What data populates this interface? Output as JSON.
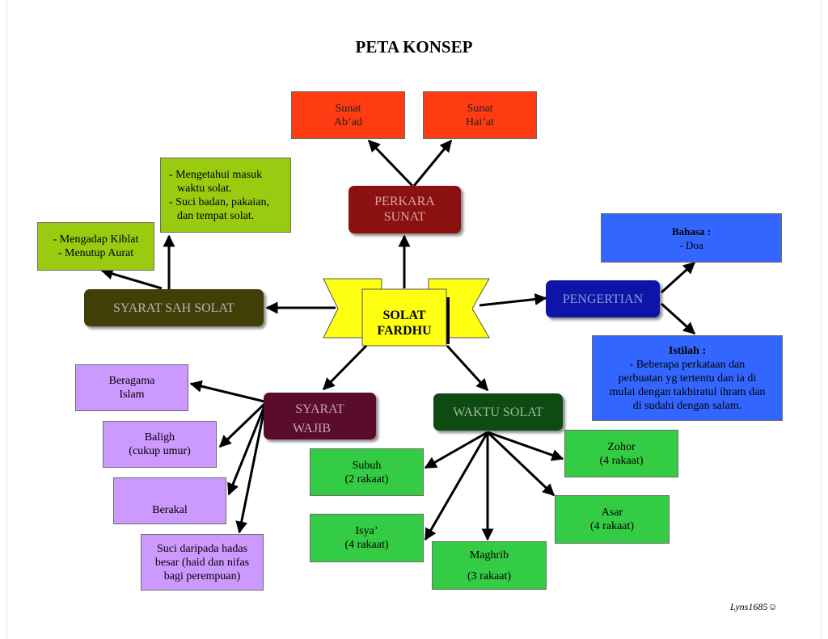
{
  "title": "PETA KONSEP",
  "center": {
    "lines": [
      "SOLAT",
      "FARDHU"
    ]
  },
  "perkara_sunat": {
    "hub": [
      "PERKARA",
      "SUNAT"
    ],
    "abad": [
      "Sunat",
      "Ab’ad"
    ],
    "haiat": [
      "Sunat",
      "Hai’at"
    ]
  },
  "syarat_sah": {
    "hub": "SYARAT SAH SOLAT",
    "mengetahui": [
      "- Mengetahui masuk",
      "waktu solat.",
      "- Suci badan, pakaian,",
      "dan tempat solat."
    ],
    "mengadap": [
      "- Mengadap Kiblat",
      "- Menutup Aurat"
    ]
  },
  "pengertian": {
    "hub": "PENGERTIAN",
    "bahasa": [
      "Bahasa :",
      "- Doa"
    ],
    "istilah": [
      "Istilah :",
      "- Beberapa perkataan dan",
      "perbuatan yg tertentu dan ia di",
      "mulai dengan takbiratul ihram dan",
      "di sudahi dengan salam."
    ]
  },
  "syarat_wajib": {
    "hub": [
      "SYARAT",
      "WAJIB"
    ],
    "items": [
      [
        "Beragama",
        "Islam"
      ],
      [
        "Baligh",
        "(cukup umur)"
      ],
      [
        "Berakal"
      ],
      [
        "Suci daripada hadas",
        "besar (haid dan nifas",
        "bagi perempuan)"
      ]
    ]
  },
  "waktu_solat": {
    "hub": "WAKTU SOLAT",
    "subuh": [
      "Subuh",
      "(2 rakaat)"
    ],
    "isya": [
      "Isya’",
      "(4 rakaat)"
    ],
    "maghrib": [
      "Maghrib",
      "(3 rakaat)"
    ],
    "zohor": [
      "Zohor",
      "(4 rakaat)"
    ],
    "asar": [
      "Asar",
      "(4 rakaat)"
    ]
  },
  "signature": "Lyns1685☺",
  "colors": {
    "red": "#ff3b12",
    "lime": "#99cc11",
    "violet": "#cc99ff",
    "green": "#33cc44",
    "blue": "#3366ff",
    "center": "#ffff11",
    "perkara_sunat_hub": "#8b1111",
    "syarat_sah_hub": "#3f3f07",
    "pengertian_hub": "#0d14a8",
    "syarat_wajib_hub": "#5a0c2c",
    "waktu_solat_hub": "#0f4a12"
  }
}
